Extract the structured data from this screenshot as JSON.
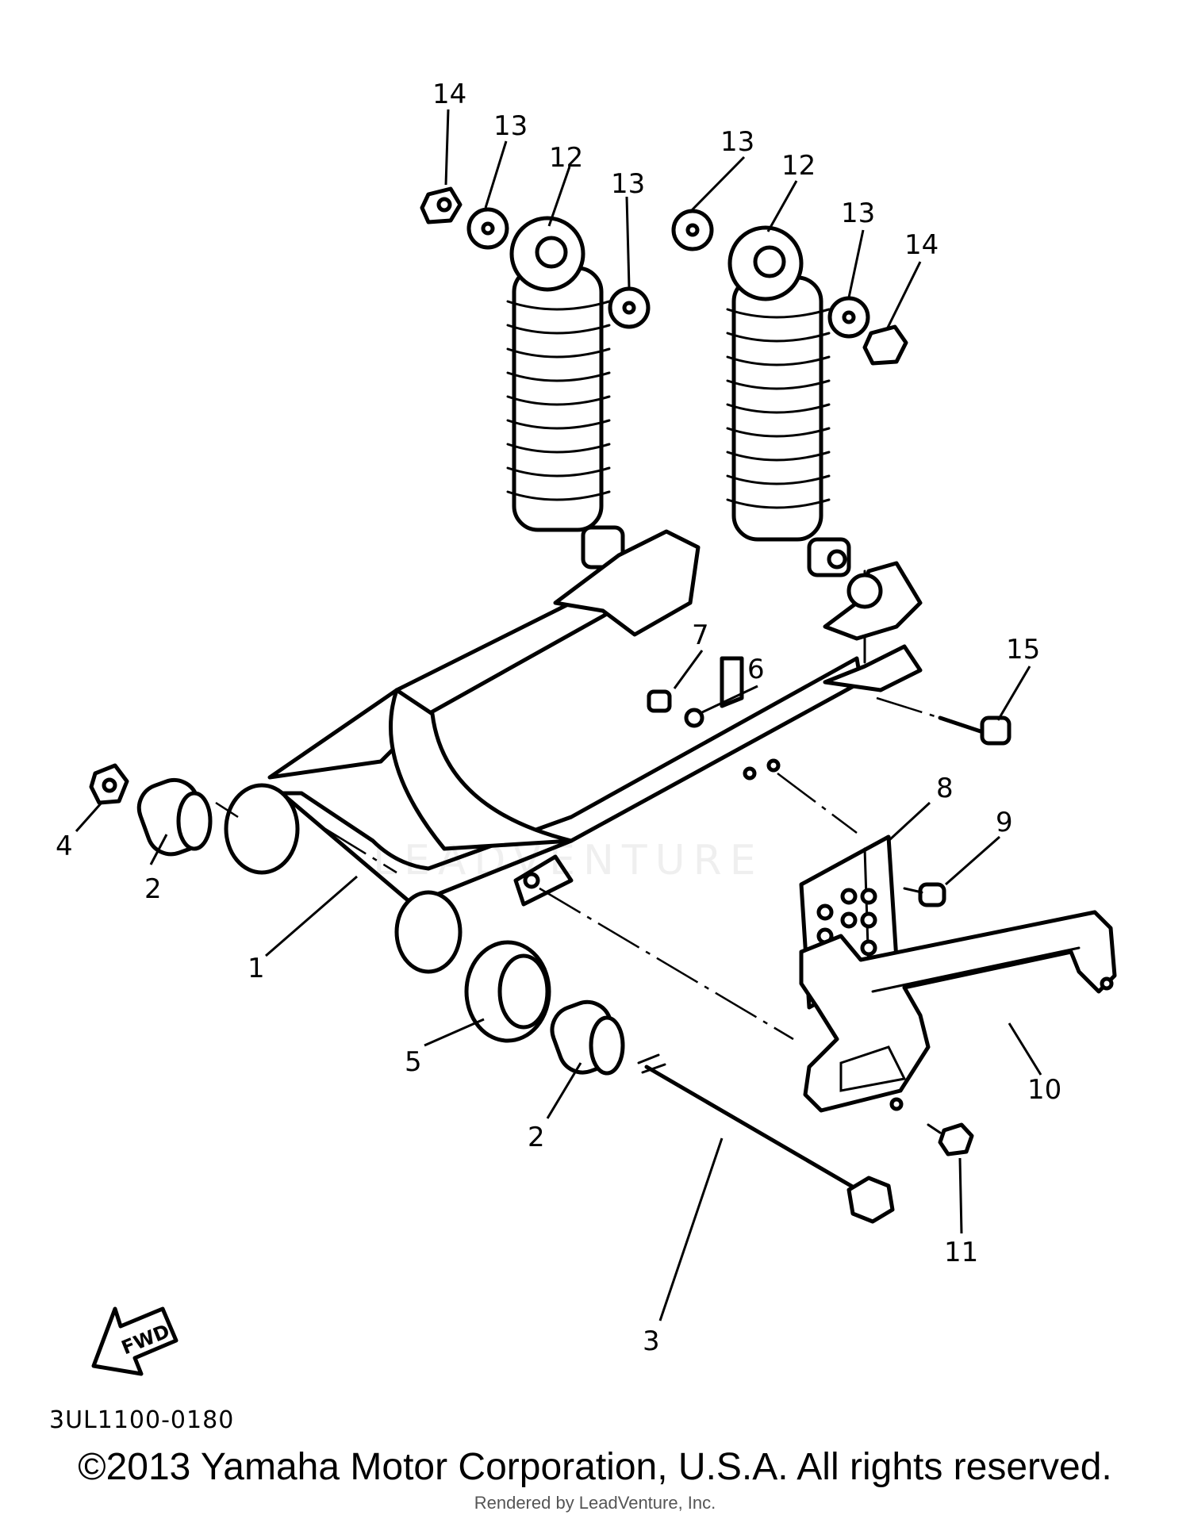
{
  "diagram": {
    "callouts": [
      "1",
      "2",
      "2",
      "3",
      "4",
      "5",
      "6",
      "7",
      "8",
      "9",
      "10",
      "11",
      "12",
      "12",
      "13",
      "13",
      "13",
      "13",
      "14",
      "14",
      "15"
    ],
    "direction_label": "FWD",
    "diagram_code": "3UL1100-0180"
  },
  "footer": {
    "copyright": "©2013 Yamaha Motor Corporation, U.S.A. All rights reserved.",
    "rendered_by": "Rendered by LeadVenture, Inc."
  },
  "watermark": {
    "text": "LEADVENTURE"
  },
  "icons": {
    "direction": "fwd-arrow-icon"
  }
}
